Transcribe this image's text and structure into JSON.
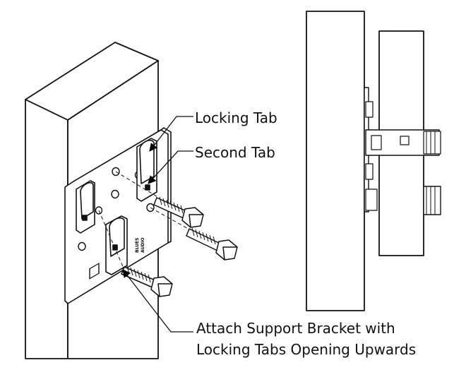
{
  "callouts": {
    "locking_tab": "Locking Tab",
    "second_tab": "Second Tab",
    "attach_line1": "Attach Support Bracket with",
    "attach_line2": "Locking Tabs Opening Upwards"
  },
  "bracket": {
    "brand_line1": "BLUES",
    "brand_line2": "AUDIO"
  },
  "colors": {
    "stroke": "#111111",
    "fill": "#ffffff",
    "accent": "#000000"
  }
}
